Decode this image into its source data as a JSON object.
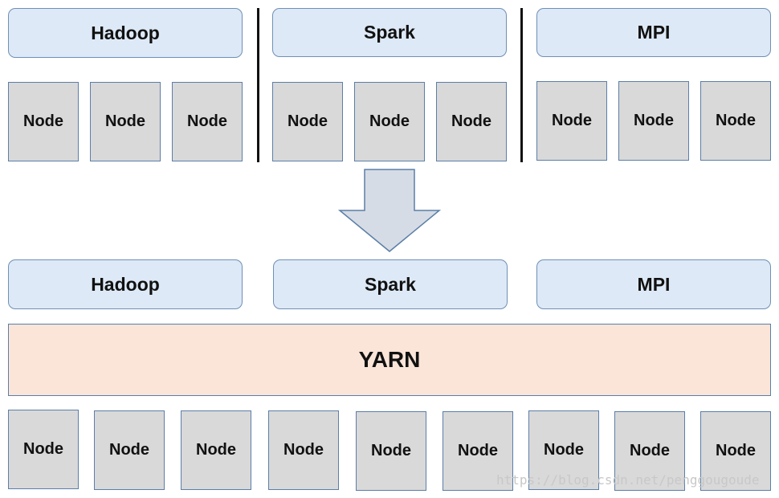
{
  "top": {
    "frameworks": [
      "Hadoop",
      "Spark",
      "MPI"
    ],
    "hadoop_nodes": [
      "Node",
      "Node",
      "Node"
    ],
    "spark_nodes": [
      "Node",
      "Node",
      "Node"
    ],
    "mpi_nodes": [
      "Node",
      "Node",
      "Node"
    ]
  },
  "bottom": {
    "frameworks": [
      "Hadoop",
      "Spark",
      "MPI"
    ],
    "resource_manager": "YARN",
    "nodes": [
      "Node",
      "Node",
      "Node",
      "Node",
      "Node",
      "Node",
      "Node",
      "Node",
      "Node"
    ]
  },
  "watermark": "https://blog.csdn.net/penggougoude",
  "colors": {
    "framework_fill": "#dde9f6",
    "node_fill": "#d9d9d9",
    "yarn_fill": "#fbe5d8",
    "arrow_fill": "#d6dce5",
    "border": "#5b7ea8"
  }
}
